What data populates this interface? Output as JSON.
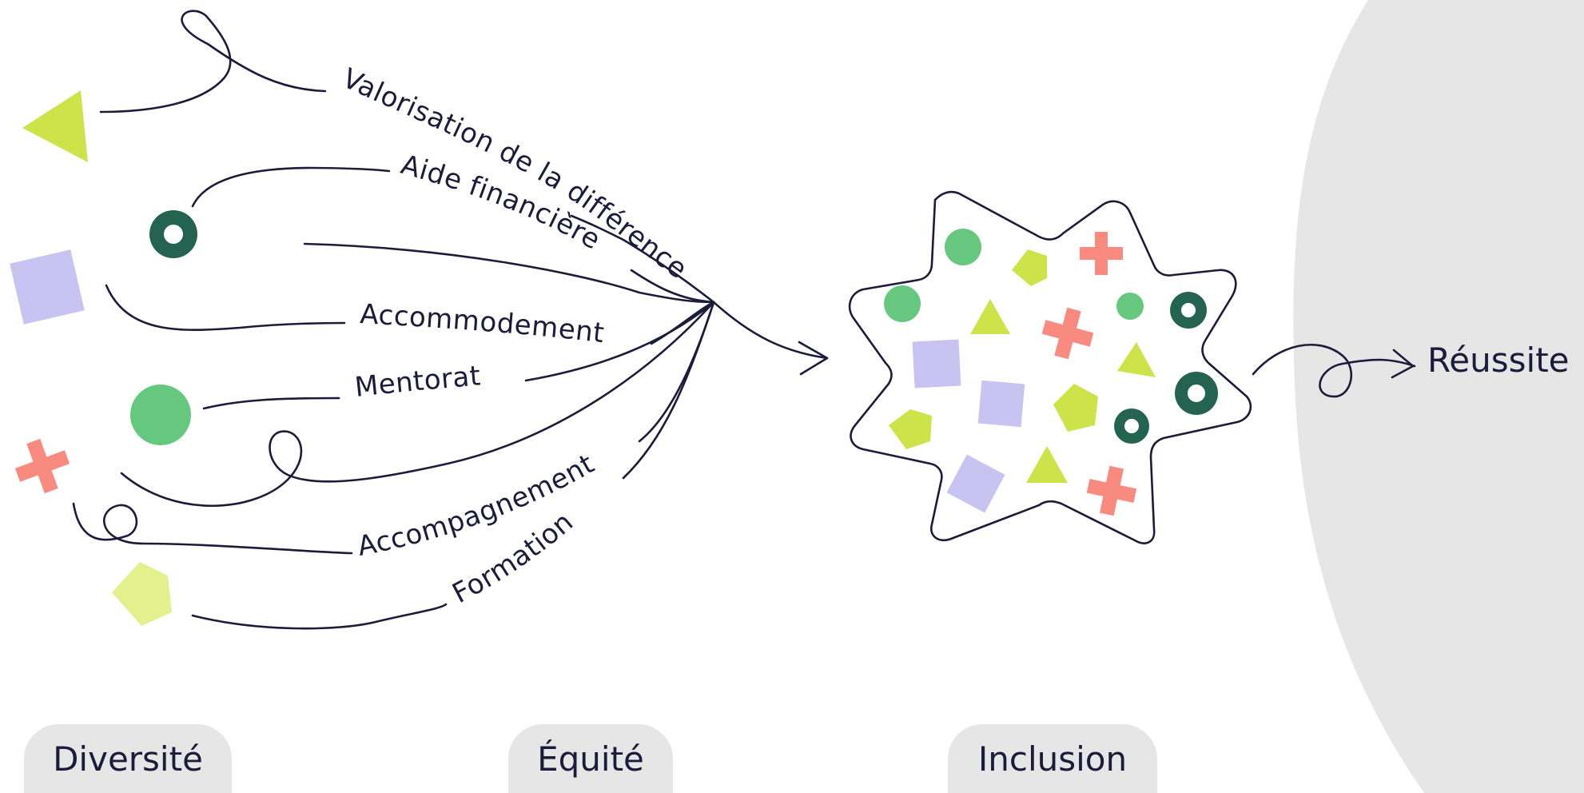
{
  "colors": {
    "ink": "#1d1b3a",
    "lime": "#cde34a",
    "pale_lime": "#e2f08e",
    "lavender": "#c8c3f0",
    "green": "#66c77f",
    "dark_green": "#24634f",
    "coral": "#f98a80",
    "panel_grey": "#e6e6e6"
  },
  "labels": {
    "valorisation": "Valorisation de la différence",
    "aide": "Aide financière",
    "accommodement": "Accommodement",
    "mentorat": "Mentorat",
    "accompagnement": "Accompagnement",
    "formation": "Formation"
  },
  "stages": {
    "diversite": "Diversité",
    "equite": "Équité",
    "inclusion": "Inclusion"
  },
  "outcome": "Réussite",
  "shape_icons": [
    "triangle-icon",
    "ring-icon",
    "square-icon",
    "circle-icon",
    "cross-icon",
    "pentagon-icon"
  ]
}
